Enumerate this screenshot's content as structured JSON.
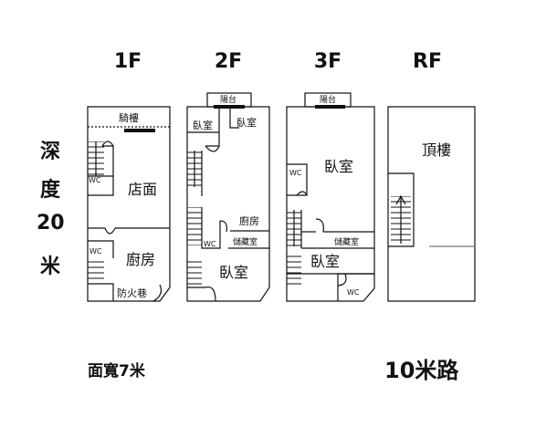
{
  "floors": {
    "f1": {
      "title": "1F",
      "rooms": {
        "arcade": "騎樓",
        "wc": "WC",
        "shop": "店面",
        "wc2": "WC",
        "kitchen": "廚房",
        "fire_lane": "防火巷"
      }
    },
    "f2": {
      "title": "2F",
      "rooms": {
        "balcony": "陽台",
        "bedroom_a": "臥室",
        "bedroom_b": "臥室",
        "kitchen": "廚房",
        "storage": "儲藏室",
        "wc": "WC",
        "bedroom_c": "臥室"
      }
    },
    "f3": {
      "title": "3F",
      "rooms": {
        "balcony": "陽台",
        "bedroom_a": "臥室",
        "wc": "WC",
        "storage": "儲藏室",
        "bedroom_b": "臥室",
        "wc2": "WC"
      }
    },
    "rf": {
      "title": "RF",
      "rooms": {
        "roof": "頂樓"
      }
    }
  },
  "depth": {
    "chars": [
      "深",
      "度",
      "20",
      "米"
    ]
  },
  "width_label": "面寬7米",
  "road_label": "10米路"
}
